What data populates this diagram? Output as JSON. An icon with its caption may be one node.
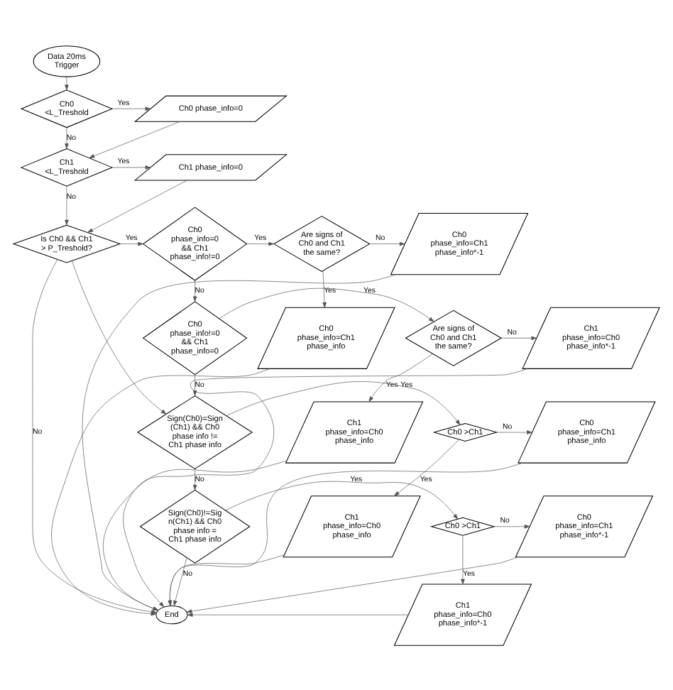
{
  "diagram": {
    "nodes": [
      {
        "text": [
          "Data 20ms Trigger"
        ]
      },
      {
        "text": [
          "Ch0 <L_Treshold"
        ]
      },
      {
        "text": [
          "Ch0 phase_info=0"
        ]
      },
      {
        "text": [
          "Ch1 <L_Treshold"
        ]
      },
      {
        "text": [
          "Ch1 phase_info=0"
        ]
      },
      {
        "text": [
          "Is Ch0 && Ch1 > P_Treshold?"
        ]
      },
      {
        "text": [
          "Ch0 phase_info=0 && Ch1 phase_info!=0"
        ]
      },
      {
        "text": [
          "Are signs of Ch0 and Ch1 the same?"
        ]
      },
      {
        "text": [
          "Ch0 phase_info=Ch1 phase_info"
        ]
      },
      {
        "text": [
          "Ch0 phase_info=Ch1 phase_info*-1"
        ]
      },
      {
        "text": [
          "Ch0 phase_info!=0 && Ch1 phase_info=0"
        ]
      },
      {
        "text": [
          "Are signs of Ch0 and Ch1 the same?"
        ]
      },
      {
        "text": [
          "Ch1 phase_info=Ch0 phase_info"
        ]
      },
      {
        "text": [
          "Ch1 phase_info=Ch0 phase_info*-1"
        ]
      },
      {
        "text": [
          "Sign(Ch0)=Sign(Ch1) && Ch0 phase info != Ch1 phase info"
        ]
      },
      {
        "text": [
          "Ch0 >Ch1"
        ]
      },
      {
        "text": [
          "Ch1 phase_info=Ch0 phase_info"
        ]
      },
      {
        "text": [
          "Ch0 phase_info=Ch1 phase_info"
        ]
      },
      {
        "text": [
          "Sign(Ch0)!=Sign(Ch1) && Ch0 phase info = Ch1 phase info"
        ]
      },
      {
        "text": [
          "Ch0 >Ch1"
        ]
      },
      {
        "text": [
          "Ch1 phase_info=Ch0 phase_info*-1"
        ]
      },
      {
        "text": [
          "Ch0 phase_info=Ch1 phase_info*-1"
        ]
      },
      {
        "text": [
          "End"
        ]
      }
    ],
    "edges": [
      {
        "from": 0,
        "to": 1,
        "arrow": "to"
      },
      {
        "from": 1,
        "to": 2,
        "arrow": "to",
        "label": "Yes"
      },
      {
        "from": 1,
        "to": 3,
        "arrow": "to",
        "label": "No"
      },
      {
        "from": 2,
        "to": 3,
        "arrow": "to"
      },
      {
        "from": 3,
        "to": 4,
        "arrow": "to",
        "label": "Yes"
      },
      {
        "from": 3,
        "to": 5,
        "arrow": "to",
        "label": "No"
      },
      {
        "from": 4,
        "to": 5,
        "arrow": "to"
      },
      {
        "from": 5,
        "to": 6,
        "arrow": "to",
        "label": "Yes"
      },
      {
        "from": 5,
        "to": 22,
        "arrow": "to",
        "label": "No"
      },
      {
        "from": 5,
        "to": 14,
        "arrow": "to"
      },
      {
        "from": 6,
        "to": 7,
        "arrow": "to",
        "label": "Yes"
      },
      {
        "from": 6,
        "to": 10,
        "arrow": "to",
        "label": "No"
      },
      {
        "from": 7,
        "to": 8,
        "arrow": "to",
        "label": "Yes"
      },
      {
        "from": 7,
        "to": 9,
        "arrow": "to",
        "label": "No"
      },
      {
        "from": 10,
        "to": 11,
        "arrow": "to",
        "label": "Yes"
      },
      {
        "from": 10,
        "to": 14,
        "arrow": "to",
        "label": "No"
      },
      {
        "from": 11,
        "to": 12,
        "arrow": "to",
        "label": "Yes"
      },
      {
        "from": 11,
        "to": 13,
        "arrow": "to",
        "label": "No"
      },
      {
        "from": 14,
        "to": 15,
        "arrow": "to",
        "label": "Yes"
      },
      {
        "from": 14,
        "to": 18,
        "arrow": "to",
        "label": "No"
      },
      {
        "from": 15,
        "to": 16,
        "arrow": "to",
        "label": "Yes"
      },
      {
        "from": 15,
        "to": 17,
        "arrow": "to",
        "label": "No"
      },
      {
        "from": 18,
        "to": 19,
        "arrow": "to",
        "label": "Yes"
      },
      {
        "from": 18,
        "to": 22,
        "arrow": "to",
        "label": "No"
      },
      {
        "from": 19,
        "to": 20,
        "arrow": "to",
        "label": "Yes"
      },
      {
        "from": 19,
        "to": 21,
        "arrow": "to",
        "label": "No"
      },
      {
        "from": 8,
        "to": 22,
        "arrow": "to"
      },
      {
        "from": 9,
        "to": 22,
        "arrow": "to"
      },
      {
        "from": 12,
        "to": 22,
        "arrow": "to"
      },
      {
        "from": 13,
        "to": 22,
        "arrow": "to"
      },
      {
        "from": 16,
        "to": 22,
        "arrow": "to"
      },
      {
        "from": 17,
        "to": 22,
        "arrow": "to"
      },
      {
        "from": 20,
        "to": 22,
        "arrow": "to"
      },
      {
        "from": 21,
        "to": 22,
        "arrow": "to"
      }
    ]
  }
}
